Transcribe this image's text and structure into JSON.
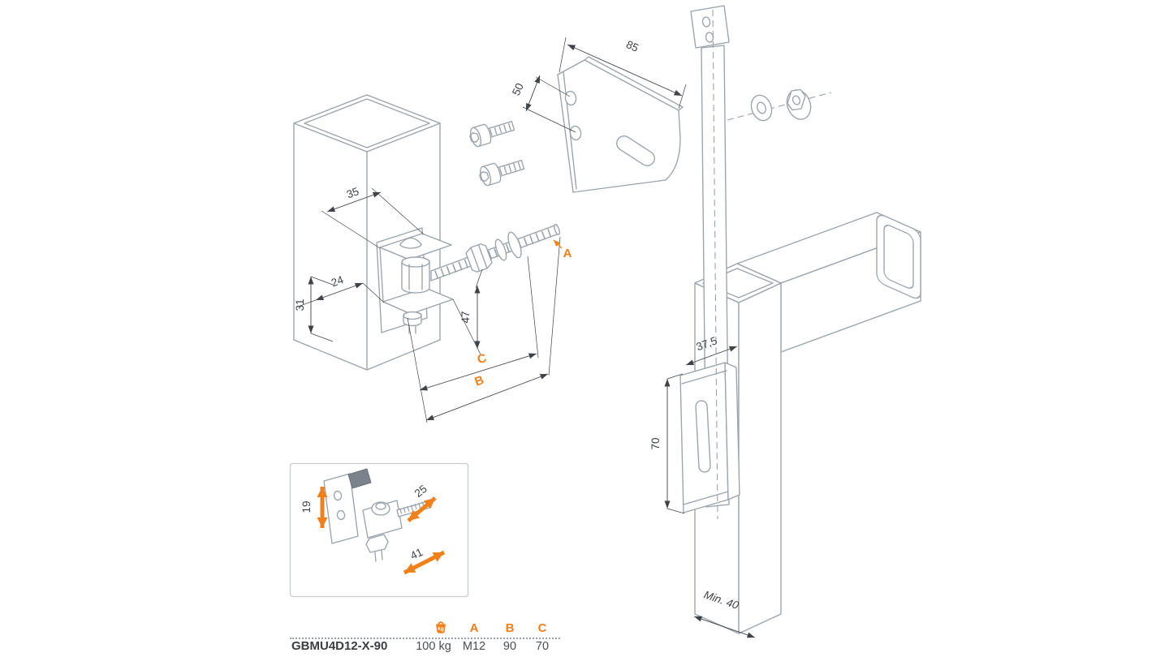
{
  "drawing": {
    "dimensions": {
      "d35": "35",
      "d24": "24",
      "d31": "31",
      "d47": "47",
      "d50": "50",
      "d85": "85",
      "d37_5": "37,5",
      "d70": "70",
      "min40": "Min. 40"
    },
    "labels": {
      "a": "A",
      "b": "B",
      "c": "C"
    },
    "inset": {
      "d19": "19",
      "d25": "25",
      "d41": "41"
    }
  },
  "table": {
    "product_code": "GBMU4D12-X-90",
    "weight_icon": "kg",
    "col_a": "A",
    "col_b": "B",
    "col_c": "C",
    "weight": "100 kg",
    "thread": "M12",
    "b_value": "90",
    "c_value": "70"
  },
  "colors": {
    "accent": "#F08019",
    "line_art": "#9BA3AB",
    "dimension_text": "#3F4347"
  }
}
